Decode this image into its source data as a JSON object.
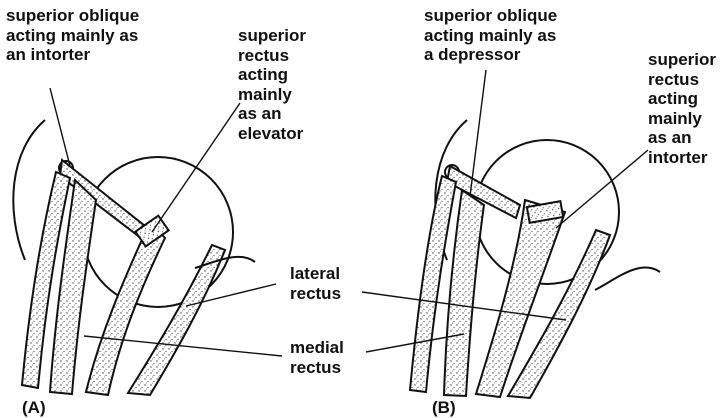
{
  "panels": [
    {
      "label": "(A)",
      "labels": {
        "superior_oblique": "superior oblique\nacting mainly as\nan intorter",
        "superior_rectus": "superior\nrectus\nacting\nmainly\nas an\nelevator"
      }
    },
    {
      "label": "(B)",
      "labels": {
        "superior_oblique": "superior oblique\nacting mainly as\na depressor",
        "superior_rectus": "superior\nrectus\nacting\nmainly\nas an\nintorter"
      }
    }
  ],
  "shared_labels": {
    "lateral_rectus": "lateral\nrectus",
    "medial_rectus": "medial\nrectus"
  },
  "colors": {
    "ink": "#111111",
    "stipple": "#555555",
    "paper": "#ffffff"
  }
}
